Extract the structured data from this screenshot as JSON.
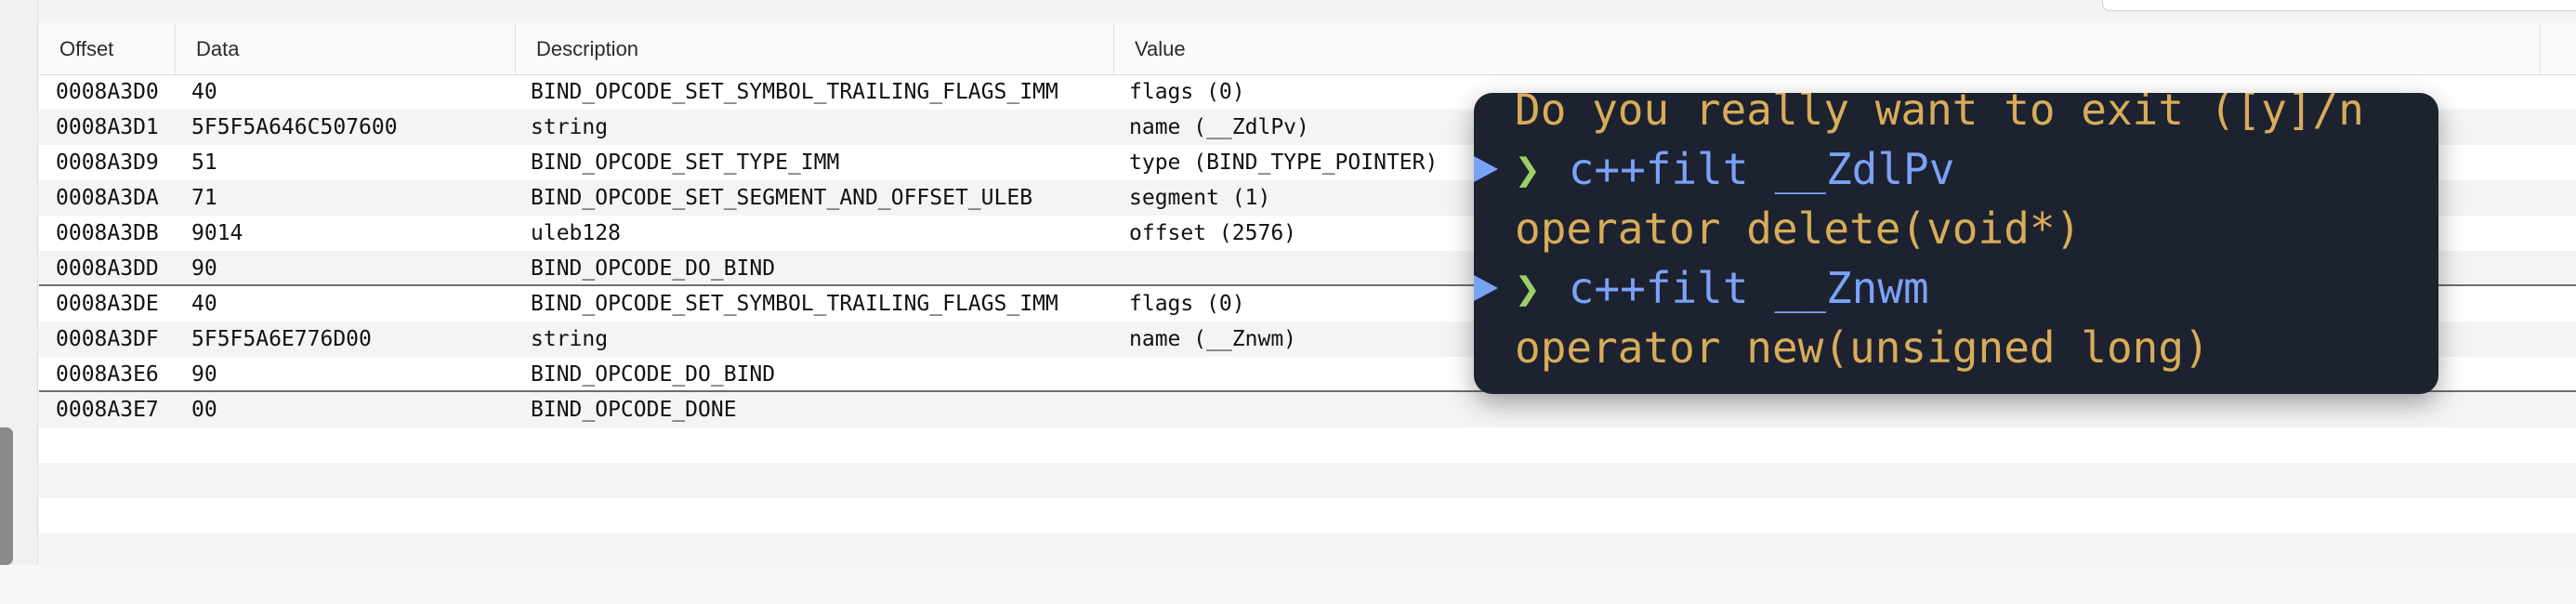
{
  "table": {
    "columns": [
      "Offset",
      "Data",
      "Description",
      "Value"
    ],
    "rows": [
      {
        "offset": "0008A3D0",
        "data": "40",
        "description": "BIND_OPCODE_SET_SYMBOL_TRAILING_FLAGS_IMM",
        "value": "flags (0)"
      },
      {
        "offset": "0008A3D1",
        "data": "5F5F5A646C507600",
        "description": "string",
        "value": "name (__ZdlPv)"
      },
      {
        "offset": "0008A3D9",
        "data": "51",
        "description": "BIND_OPCODE_SET_TYPE_IMM",
        "value": "type (BIND_TYPE_POINTER)"
      },
      {
        "offset": "0008A3DA",
        "data": "71",
        "description": "BIND_OPCODE_SET_SEGMENT_AND_OFFSET_ULEB",
        "value": "segment (1)"
      },
      {
        "offset": "0008A3DB",
        "data": "9014",
        "description": "uleb128",
        "value": "offset (2576)"
      },
      {
        "offset": "0008A3DD",
        "data": "90",
        "description": "BIND_OPCODE_DO_BIND",
        "value": ""
      },
      {
        "offset": "0008A3DE",
        "data": "40",
        "description": "BIND_OPCODE_SET_SYMBOL_TRAILING_FLAGS_IMM",
        "value": "flags (0)"
      },
      {
        "offset": "0008A3DF",
        "data": "5F5F5A6E776D00",
        "description": "string",
        "value": "name (__Znwm)"
      },
      {
        "offset": "0008A3E6",
        "data": "90",
        "description": "BIND_OPCODE_DO_BIND",
        "value": ""
      },
      {
        "offset": "0008A3E7",
        "data": "00",
        "description": "BIND_OPCODE_DONE",
        "value": ""
      }
    ]
  },
  "terminal": {
    "line0": "Do you really want to exit ([y]/n",
    "prompt_symbol": "❯",
    "cmd1": "c++filt",
    "arg1": "__ZdlPv",
    "out1": "operator delete(void*)",
    "cmd2": "c++filt",
    "arg2": "__Znwm",
    "out2": "operator new(unsigned long)"
  },
  "colors": {
    "terminal_bg": "#1d2230",
    "terminal_output": "#d8ac58",
    "terminal_prompt": "#9ece6a",
    "terminal_command": "#7aa2f7"
  }
}
